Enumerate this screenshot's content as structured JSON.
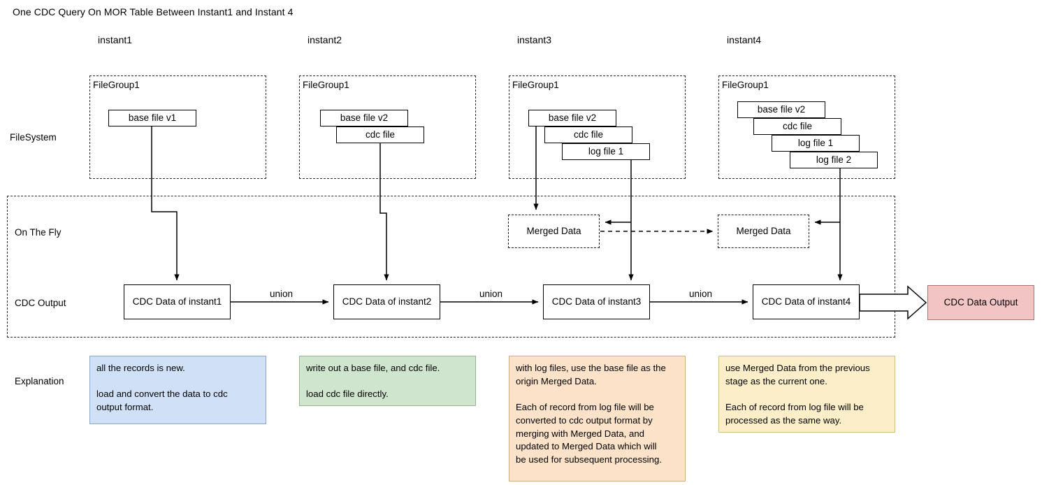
{
  "title": "One CDC Query On MOR Table Between Instant1 and Instant 4",
  "columns": [
    {
      "label": "instant1"
    },
    {
      "label": "instant2"
    },
    {
      "label": "instant3"
    },
    {
      "label": "instant4"
    }
  ],
  "row_labels": {
    "filesystem": "FileSystem",
    "on_the_fly": "On The Fly",
    "cdc_output": "CDC Output",
    "explanation": "Explanation"
  },
  "filegroups": [
    {
      "title": "FileGroup1",
      "files": [
        {
          "label": "base file v1"
        }
      ]
    },
    {
      "title": "FileGroup1",
      "files": [
        {
          "label": "base file v2"
        },
        {
          "label": "cdc file"
        }
      ]
    },
    {
      "title": "FileGroup1",
      "files": [
        {
          "label": "base file v2"
        },
        {
          "label": "cdc file"
        },
        {
          "label": "log file 1"
        }
      ]
    },
    {
      "title": "FileGroup1",
      "files": [
        {
          "label": "base file v2"
        },
        {
          "label": "cdc file"
        },
        {
          "label": "log file 1"
        },
        {
          "label": "log file 2"
        }
      ]
    }
  ],
  "merged_data": [
    {
      "label": "Merged Data"
    },
    {
      "label": "Merged Data"
    }
  ],
  "cdc_boxes": [
    {
      "label": "CDC Data of instant1"
    },
    {
      "label": "CDC Data of instant2"
    },
    {
      "label": "CDC Data of instant3"
    },
    {
      "label": "CDC Data of instant4"
    }
  ],
  "union_labels": [
    {
      "label": "union"
    },
    {
      "label": "union"
    },
    {
      "label": "union"
    }
  ],
  "final_output": {
    "label": "CDC Data Output"
  },
  "explanations": [
    {
      "text": "all the records is new.\n\nload and convert the data to cdc\noutput format."
    },
    {
      "text": "write out a base file, and cdc file.\n\nload cdc file directly."
    },
    {
      "text": "with log files, use the base file as the\norigin Merged Data.\n\nEach of record from log file will be\nconverted to cdc output format by\nmerging with Merged Data, and\nupdated to Merged Data which will\nbe used for subsequent processing."
    },
    {
      "text": "use Merged Data from the previous\nstage as the current one.\n\nEach of record from log file will be\nprocessed as the same way."
    }
  ],
  "colors": {
    "explanation_blue": "#cfe0f7",
    "explanation_green": "#cfe5cd",
    "explanation_orange": "#fbe2c8",
    "explanation_yellow": "#fbeec8",
    "output_pink": "#f3c4c4",
    "stroke": "#000000"
  }
}
